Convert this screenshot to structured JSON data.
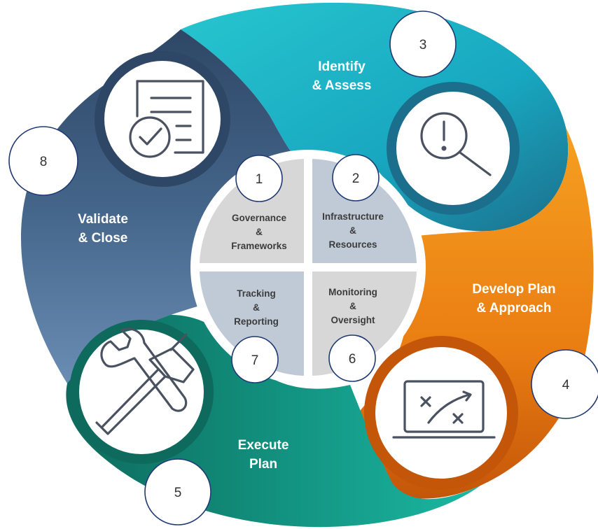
{
  "colors": {
    "identify": "#1ab4c4",
    "identify_dark": "#1c6f8c",
    "develop": "#f08a16",
    "develop_dark": "#c4560a",
    "execute": "#15a493",
    "execute_dark": "#0e6a5c",
    "validate": "#4a6a8e",
    "validate_dark": "#2e4766",
    "quad_gray": "#d7d7d7",
    "quad_blue": "#bfcad6",
    "badge_border": "#1f3a73"
  },
  "segments": [
    {
      "id": "identify",
      "line1": "Identify",
      "line2": "& Assess",
      "icon": "magnifier-exclamation-icon",
      "number": "3"
    },
    {
      "id": "develop",
      "line1": "Develop Plan",
      "line2": "& Approach",
      "icon": "laptop-strategy-icon",
      "number": "4"
    },
    {
      "id": "execute",
      "line1": "Execute",
      "line2": "Plan",
      "icon": "wrench-hammer-icon",
      "number": "5"
    },
    {
      "id": "validate",
      "line1": "Validate",
      "line2": "& Close",
      "icon": "checklist-document-icon",
      "number": "8"
    }
  ],
  "quadrants": [
    {
      "id": "governance",
      "lines": [
        "Governance",
        "&",
        "Frameworks"
      ],
      "number": "1"
    },
    {
      "id": "infrastructure",
      "lines": [
        "Infrastructure",
        "&",
        "Resources"
      ],
      "number": "2"
    },
    {
      "id": "monitoring",
      "lines": [
        "Monitoring",
        "&",
        "Oversight"
      ],
      "number": "6"
    },
    {
      "id": "tracking",
      "lines": [
        "Tracking",
        "&",
        "Reporting"
      ],
      "number": "7"
    }
  ]
}
